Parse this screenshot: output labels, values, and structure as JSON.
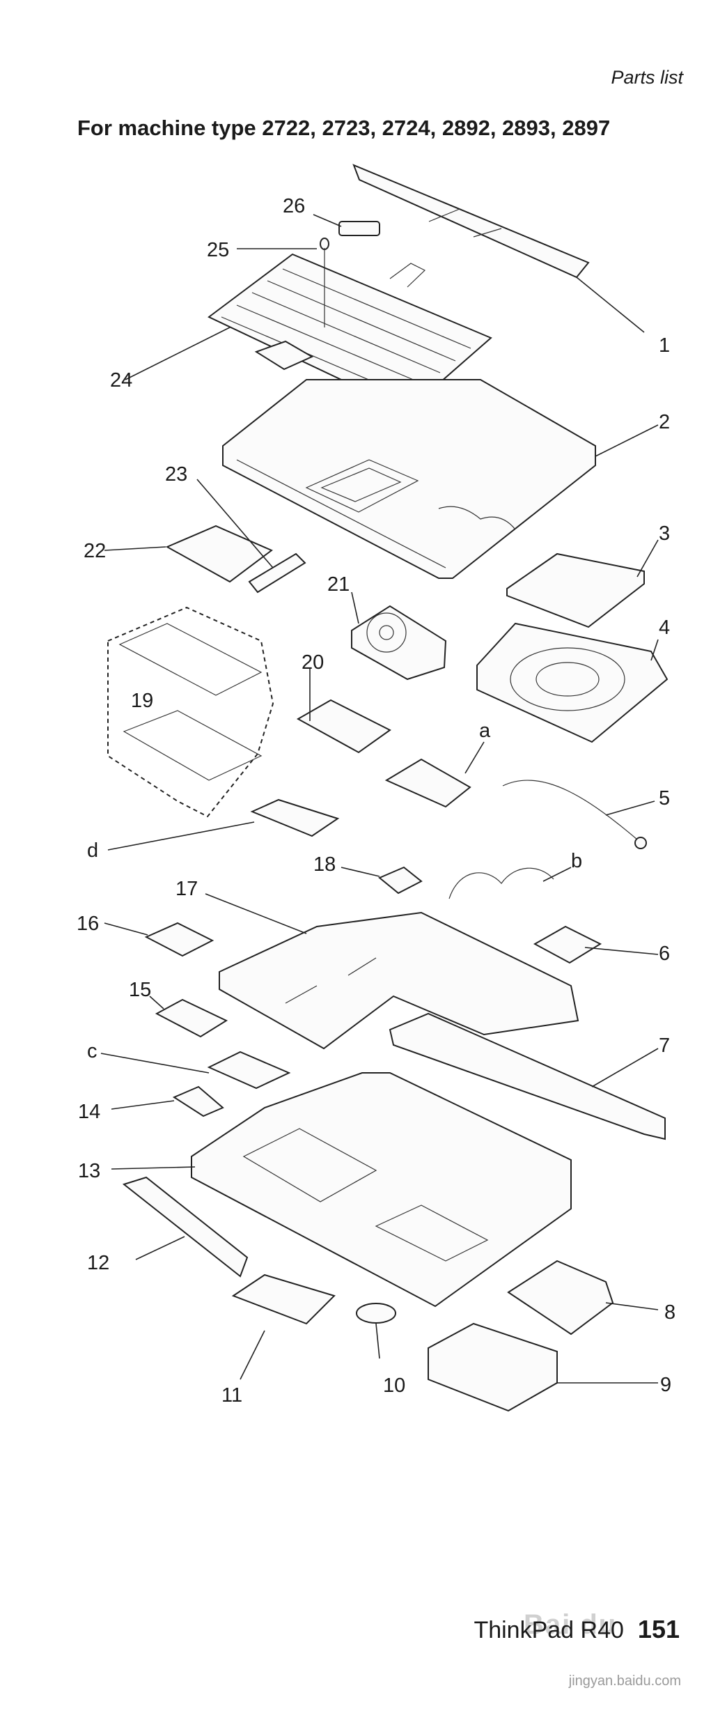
{
  "header": {
    "section": "Parts list"
  },
  "title": "For machine type 2722, 2723, 2724, 2892, 2893, 2897",
  "callouts": [
    "1",
    "2",
    "3",
    "4",
    "5",
    "6",
    "7",
    "8",
    "9",
    "10",
    "11",
    "12",
    "13",
    "14",
    "15",
    "16",
    "17",
    "18",
    "19",
    "20",
    "21",
    "22",
    "23",
    "24",
    "25",
    "26",
    "a",
    "b",
    "c",
    "d"
  ],
  "footer": {
    "model": "ThinkPad R40",
    "page": "151"
  },
  "watermark": {
    "logo": "Bai du",
    "url": "jingyan.baidu.com"
  }
}
